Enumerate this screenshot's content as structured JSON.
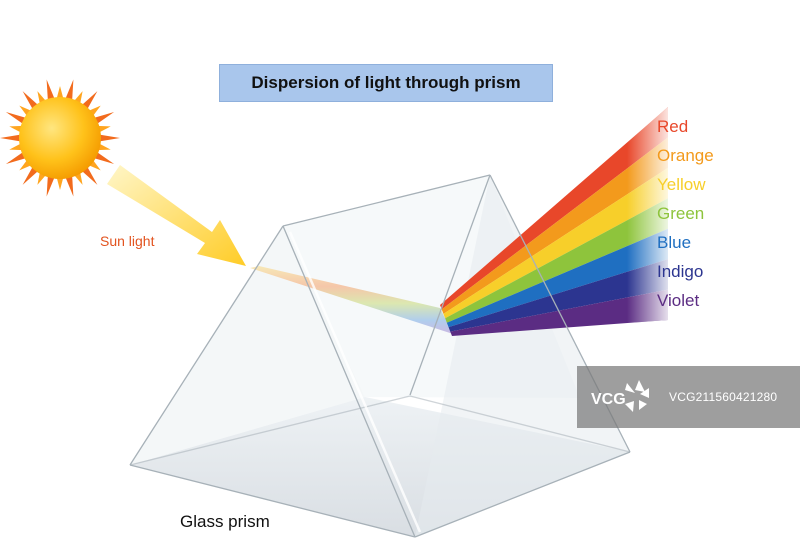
{
  "title": "Dispersion of light through prism",
  "labels": {
    "sun_light": "Sun light",
    "glass_prism": "Glass prism"
  },
  "spectrum": [
    {
      "name": "Red",
      "color": "#e8472a"
    },
    {
      "name": "Orange",
      "color": "#f39a1c"
    },
    {
      "name": "Yellow",
      "color": "#f7cf2a"
    },
    {
      "name": "Green",
      "color": "#8ec43c"
    },
    {
      "name": "Blue",
      "color": "#1f6fc1"
    },
    {
      "name": "Indigo",
      "color": "#2c3590"
    },
    {
      "name": "Violet",
      "color": "#5b2c83"
    }
  ],
  "colors": {
    "sun_label": "#e2531f",
    "title_bg": "#a9c6ec"
  },
  "watermark": {
    "logo_text": "VCG",
    "id_text": "VCG211560421280"
  }
}
